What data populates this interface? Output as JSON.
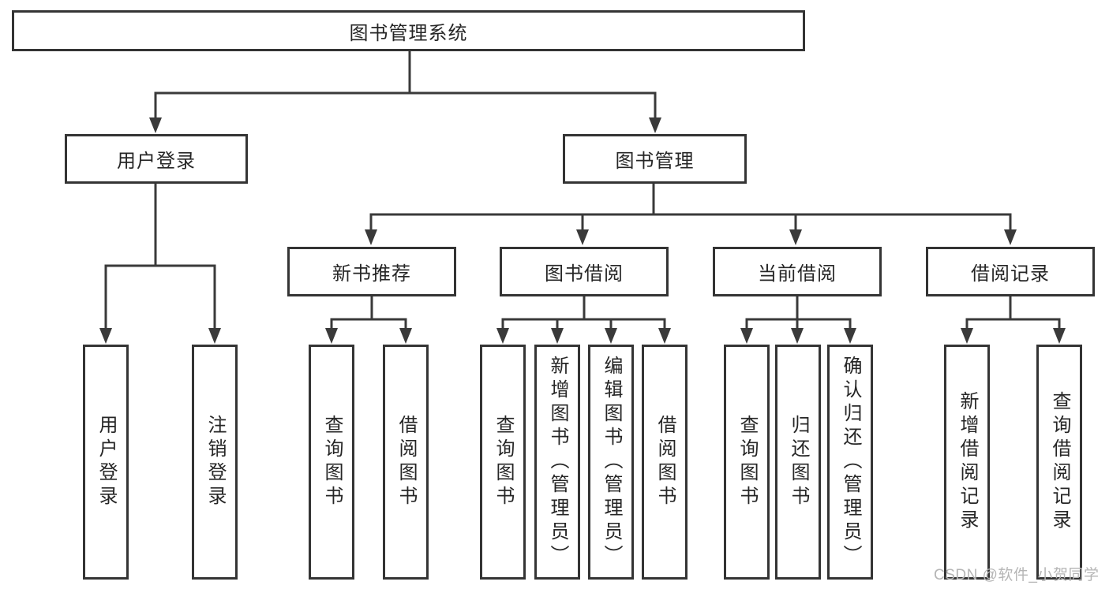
{
  "diagram_title": "图书管理系统",
  "tree": {
    "root": {
      "label": "图书管理系统"
    },
    "branches": [
      {
        "label": "用户登录",
        "children": [
          {
            "label": "用户登录"
          },
          {
            "label": "注销登录"
          }
        ]
      },
      {
        "label": "图书管理",
        "children": [
          {
            "label": "新书推荐",
            "children": [
              {
                "label": "查询图书"
              },
              {
                "label": "借阅图书"
              }
            ]
          },
          {
            "label": "图书借阅",
            "children": [
              {
                "label": "查询图书"
              },
              {
                "label": "新增图书（管理员）"
              },
              {
                "label": "编辑图书（管理员）"
              },
              {
                "label": "借阅图书"
              }
            ]
          },
          {
            "label": "当前借阅",
            "children": [
              {
                "label": "查询图书"
              },
              {
                "label": "归还图书"
              },
              {
                "label": "确认归还（管理员）"
              }
            ]
          },
          {
            "label": "借阅记录",
            "children": [
              {
                "label": "新增借阅记录"
              },
              {
                "label": "查询借阅记录"
              }
            ]
          }
        ]
      }
    ]
  },
  "watermark": "CSDN @软件_小贺同学",
  "colors": {
    "line": "#3a3a3a",
    "box_border": "#343434",
    "text": "#262626",
    "watermark": "#b5b5b5",
    "background": "#ffffff"
  }
}
